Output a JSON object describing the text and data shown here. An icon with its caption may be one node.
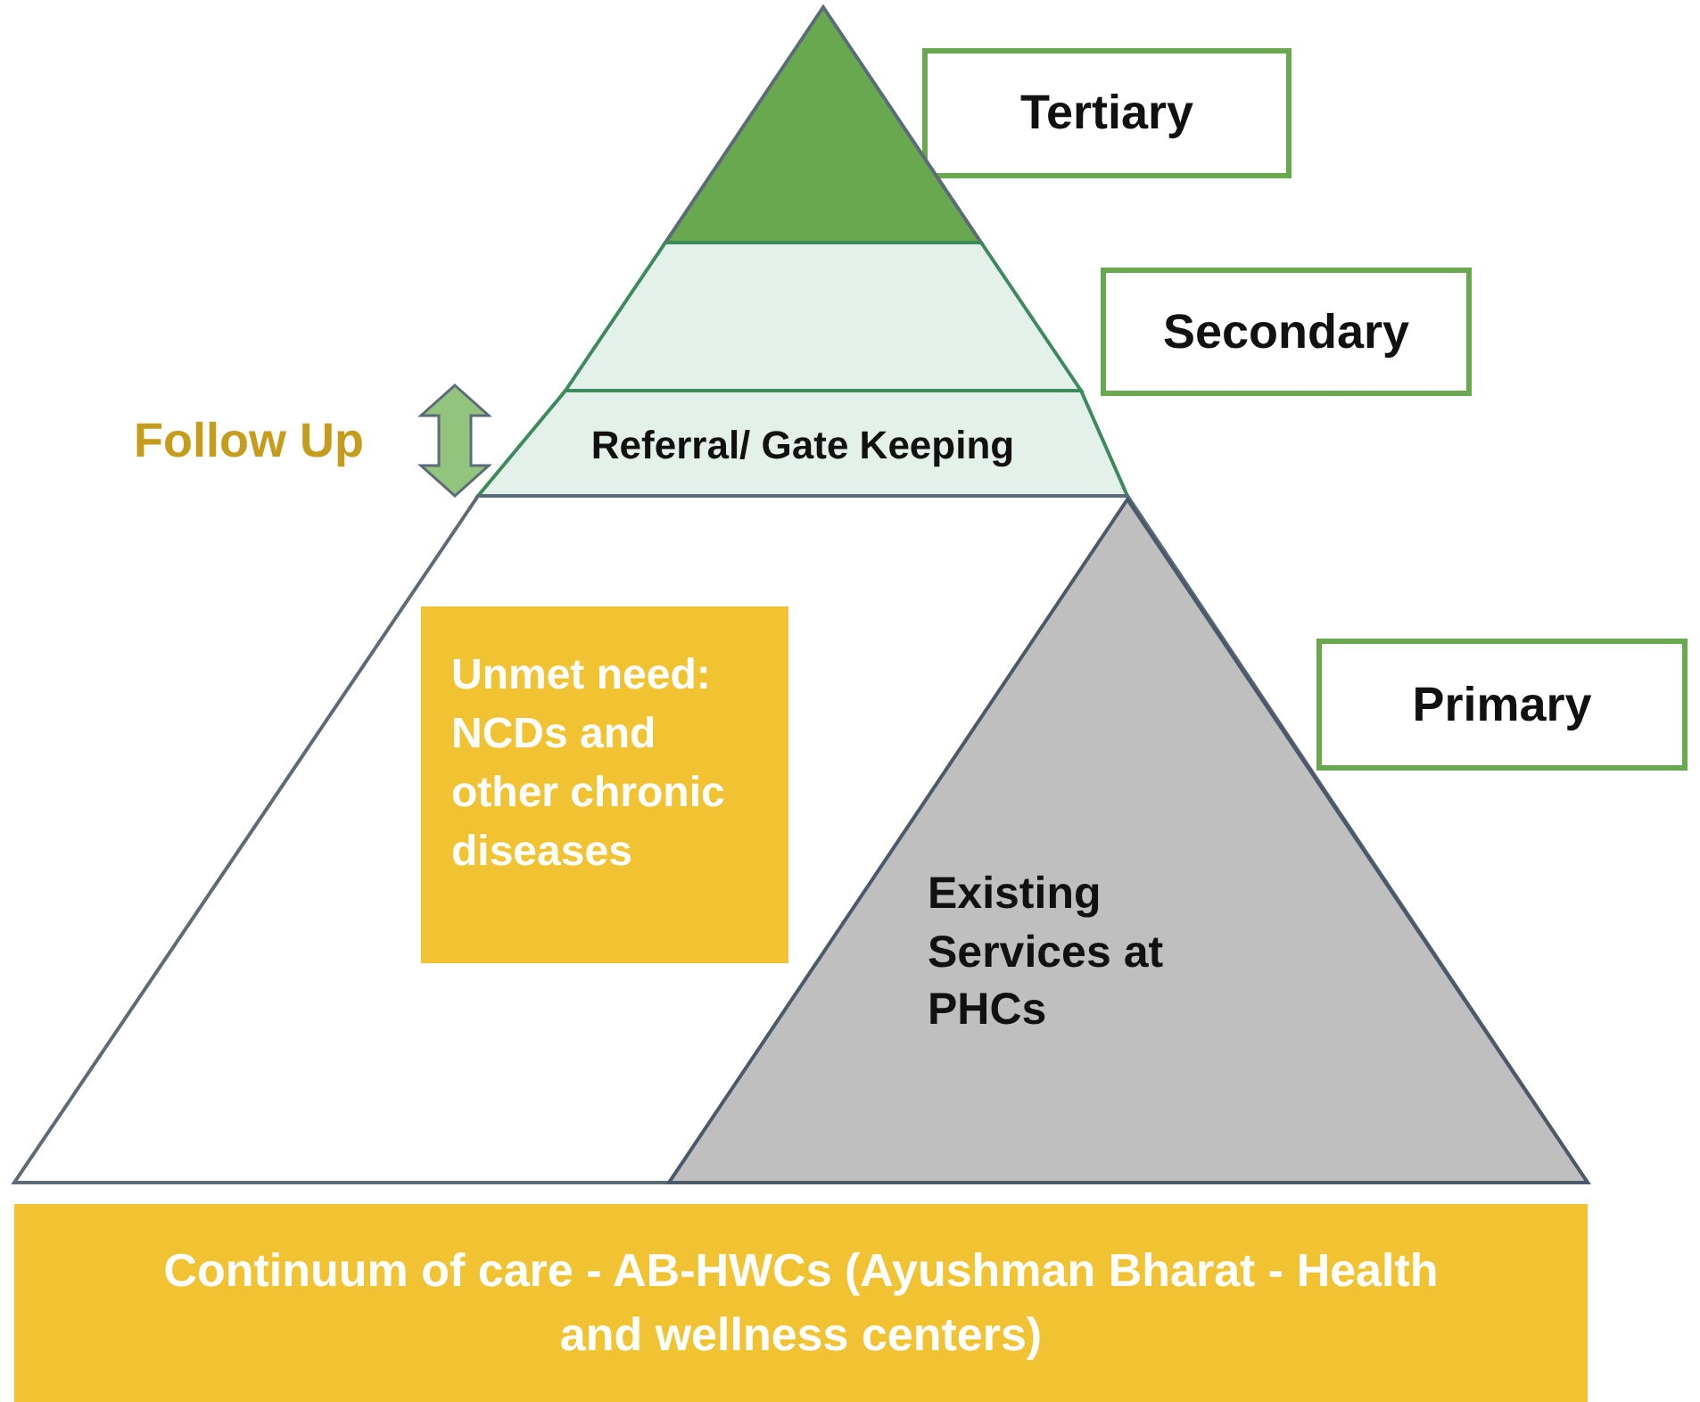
{
  "diagram": {
    "nodes": [
      {
        "text": [
          "Tertiary"
        ]
      },
      {
        "text": [
          "Secondary"
        ]
      },
      {
        "text": [
          "Primary"
        ]
      },
      {
        "text": [],
        "shape": "triangle"
      },
      {
        "text": [],
        "shape": "band"
      },
      {
        "text": [
          "Referral/ Gate Keeping"
        ]
      },
      {
        "text": [],
        "shape": "trapezoid"
      },
      {
        "text": [
          "Unmet need: NCDs and other chronic diseases"
        ],
        "in": 6
      },
      {
        "text": [
          "Existing Services at PHCs"
        ],
        "in": 6
      },
      {
        "text": [
          "Continuum of care - AB-HWCs (Ayushman Bharat - Health and wellness centers)"
        ]
      }
    ],
    "labels": [
      "Follow Up"
    ]
  }
}
